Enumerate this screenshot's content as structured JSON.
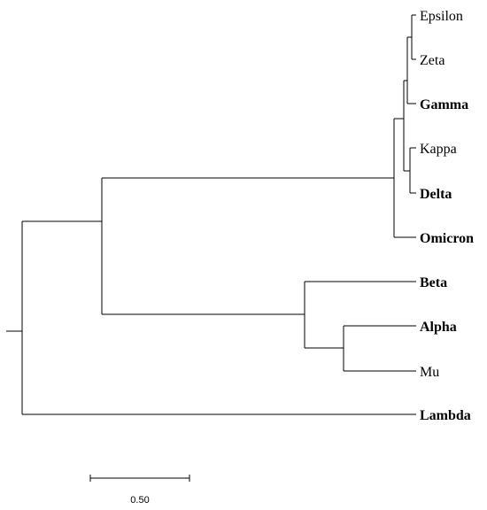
{
  "tree": {
    "taxa": [
      {
        "id": "epsilon",
        "label": "Epsilon",
        "bold": false
      },
      {
        "id": "zeta",
        "label": "Zeta",
        "bold": false
      },
      {
        "id": "gamma",
        "label": "Gamma",
        "bold": true
      },
      {
        "id": "kappa",
        "label": "Kappa",
        "bold": false
      },
      {
        "id": "delta",
        "label": "Delta",
        "bold": true
      },
      {
        "id": "omicron",
        "label": "Omicron",
        "bold": true
      },
      {
        "id": "beta",
        "label": "Beta",
        "bold": true
      },
      {
        "id": "alpha",
        "label": "Alpha",
        "bold": true
      },
      {
        "id": "mu",
        "label": "Mu",
        "bold": false
      },
      {
        "id": "lambda",
        "label": "Lambda",
        "bold": true
      }
    ]
  },
  "scale_bar": {
    "label": "0.50",
    "value": 0.5
  }
}
